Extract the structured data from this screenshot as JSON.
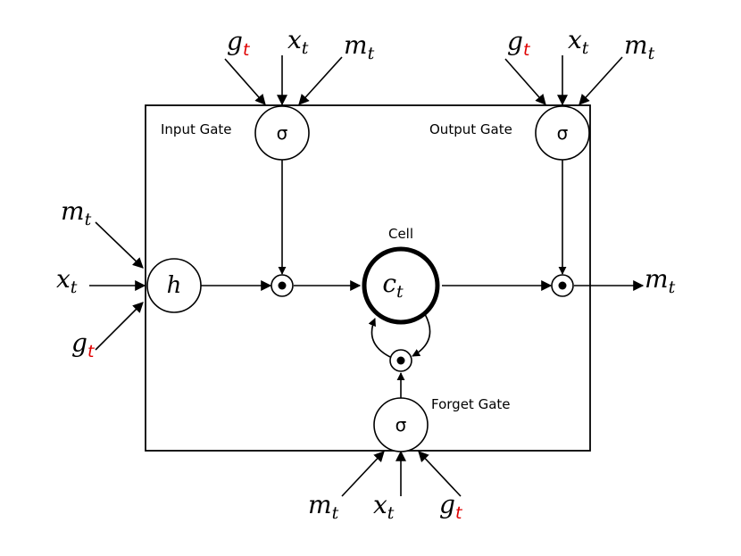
{
  "labels": {
    "input_gate": "Input Gate",
    "output_gate": "Output Gate",
    "forget_gate": "Forget Gate",
    "cell": "Cell",
    "sigma": "σ",
    "h": "h"
  },
  "symbols": {
    "g": "g",
    "x": "x",
    "m": "m",
    "c": "c",
    "t": "t"
  },
  "colors": {
    "ink": "#000000",
    "red_subscript": "#e00000"
  }
}
